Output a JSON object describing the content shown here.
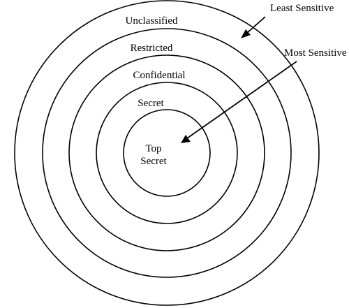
{
  "diagram": {
    "rings": [
      {
        "label": "Unclassified"
      },
      {
        "label": "Restricted"
      },
      {
        "label": "Confidential"
      },
      {
        "label": "Secret"
      },
      {
        "label": "Top Secret",
        "lines": [
          "Top",
          "Secret"
        ]
      }
    ],
    "annotations": {
      "least_sensitive": "Least Sensitive",
      "most_sensitive": "Most Sensitive"
    },
    "colors": {
      "stroke": "#000000",
      "background": "#ffffff"
    }
  }
}
